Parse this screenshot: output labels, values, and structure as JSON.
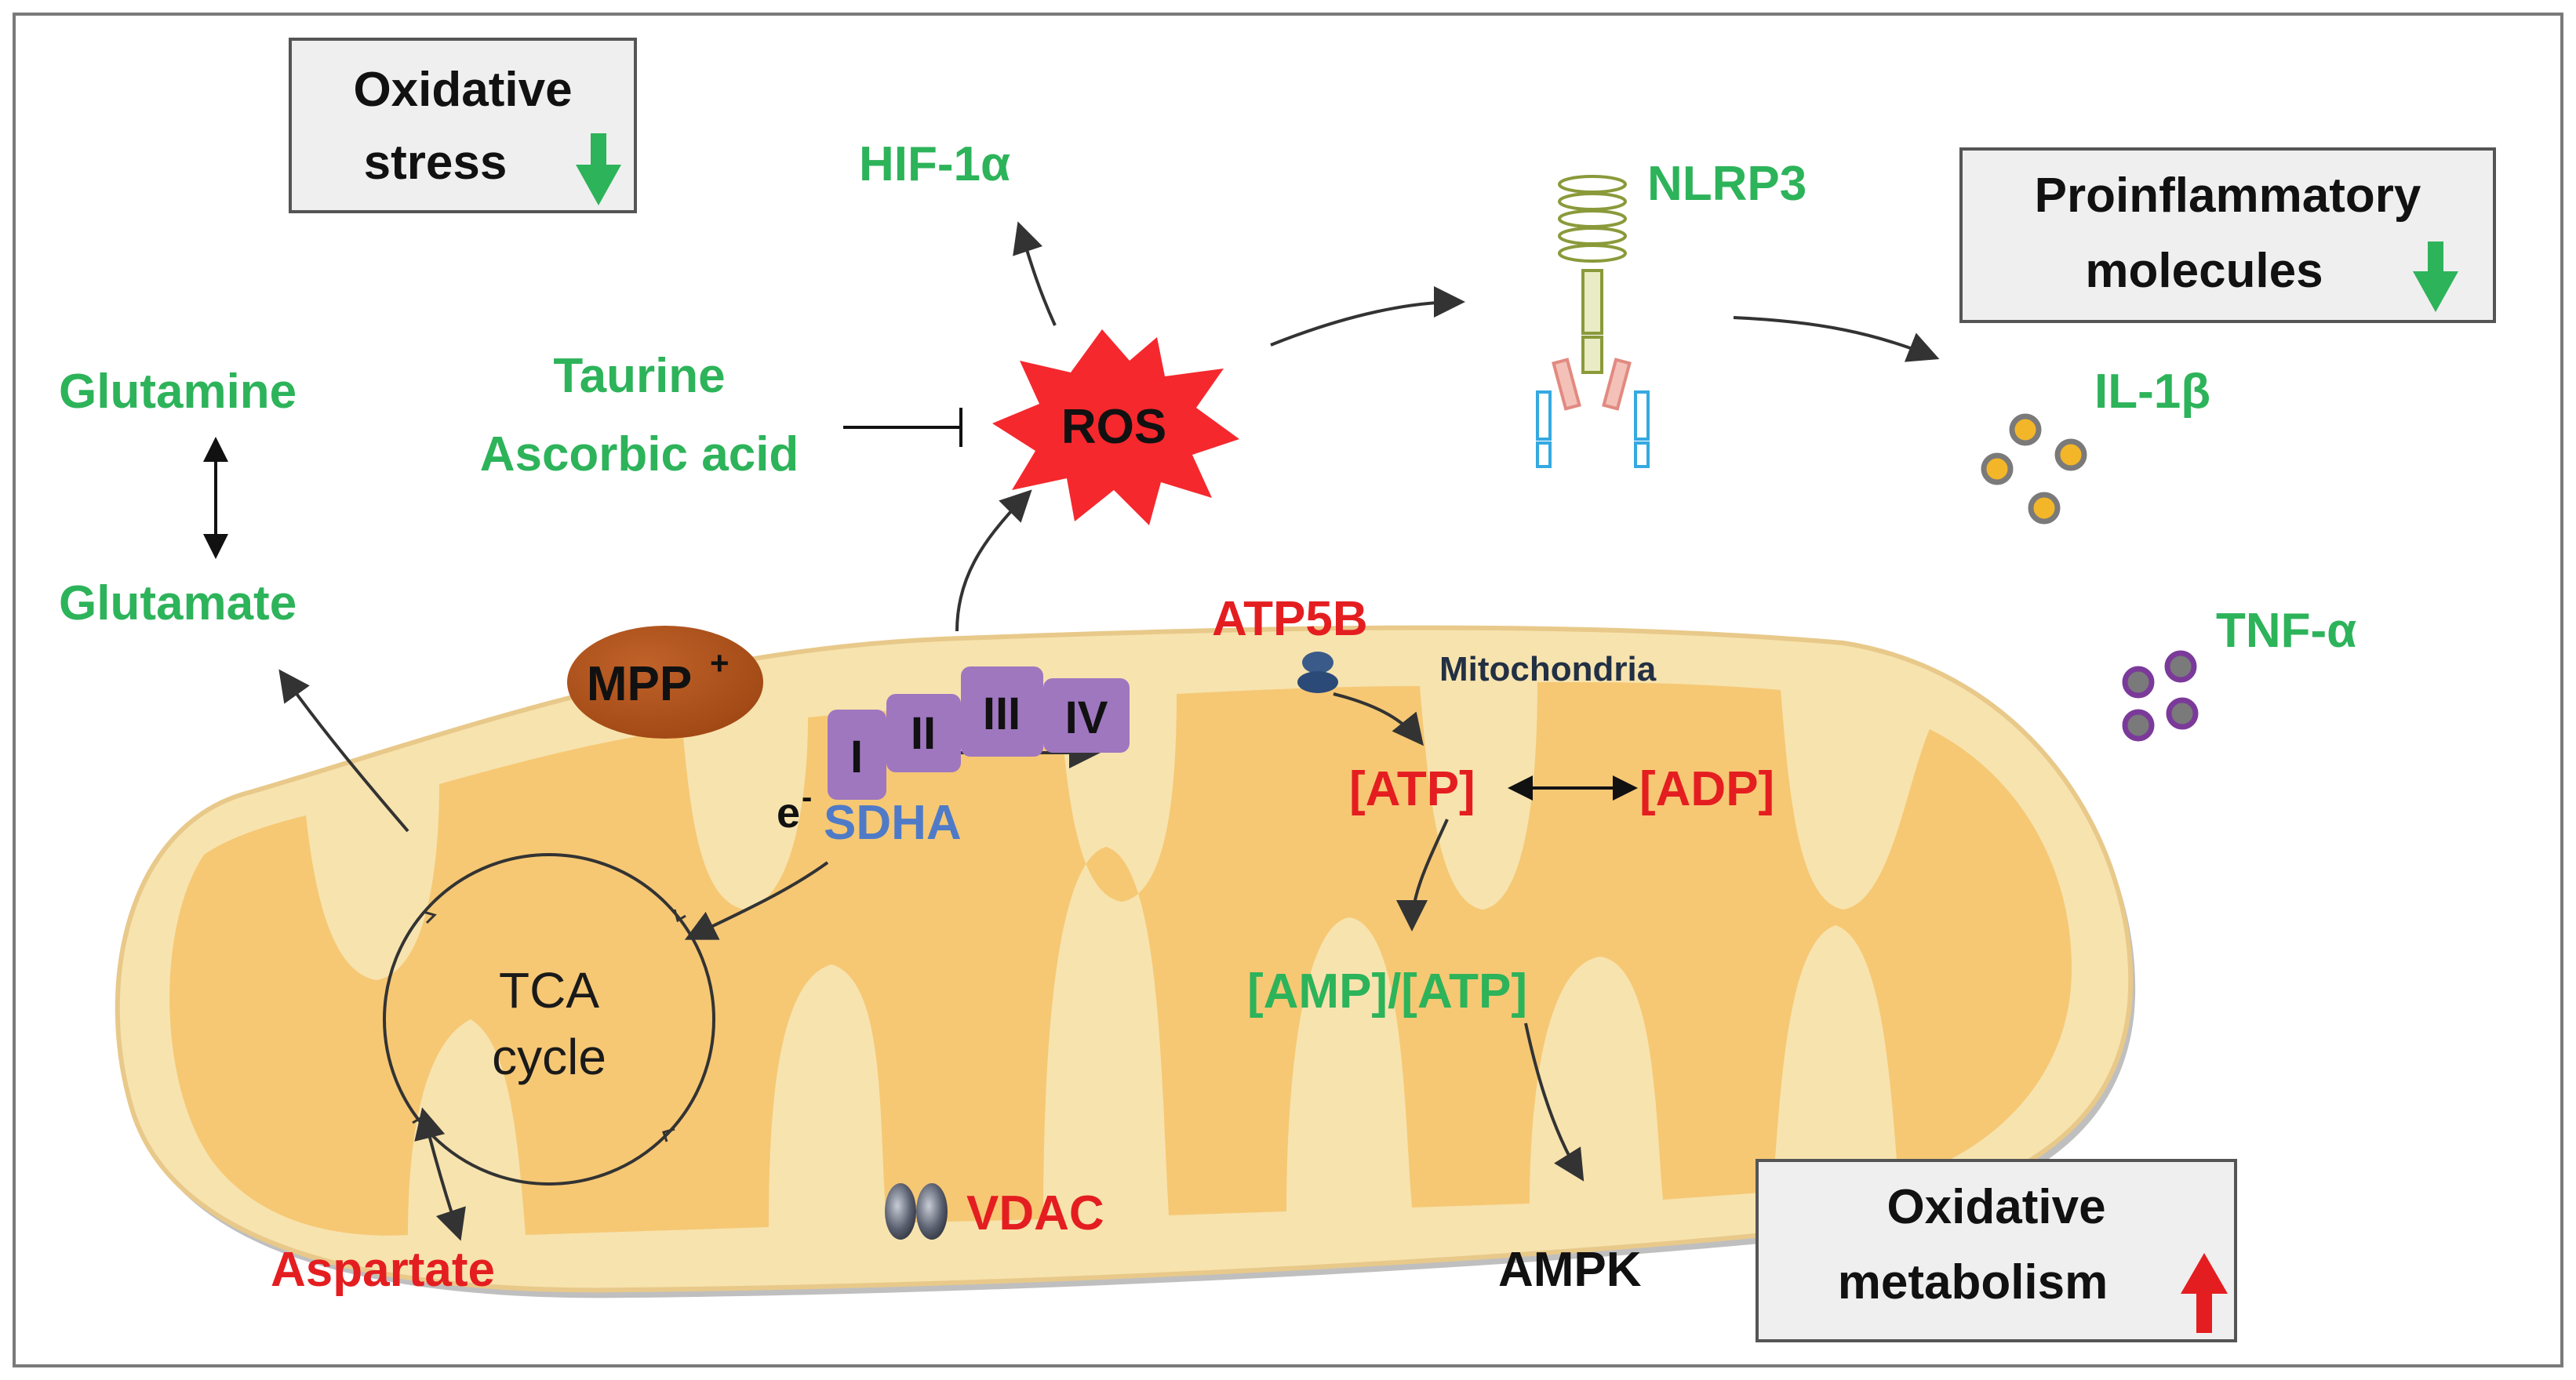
{
  "colors": {
    "green": "#2db35a",
    "red": "#e41e20",
    "blue": "#4f7ac7",
    "dark": "#1a1a1a",
    "navy": "#223044",
    "membrane_outer": "#f1c77a",
    "matrix": "#f7e1a6",
    "cristae": "#f3c06f",
    "complex": "#9f77bf",
    "mpp": "#a8501a",
    "ros": "#f5282d",
    "box_bg": "#efefef",
    "il1b": "#f3b628",
    "tnf": "#7a7a7a"
  },
  "labels": {
    "oxidative_stress_l1": "Oxidative",
    "oxidative_stress_l2": "stress",
    "hif1a": "HIF-1α",
    "nlrp3": "NLRP3",
    "proinflammatory_l1": "Proinflammatory",
    "proinflammatory_l2": "molecules",
    "glutamine": "Glutamine",
    "glutamate": "Glutamate",
    "taurine": "Taurine",
    "ascorbic_acid": "Ascorbic acid",
    "ros": "ROS",
    "il1b": "IL-1β",
    "tnfa": "TNF-α",
    "atp5b": "ATP5B",
    "mitochondria": "Mitochondria",
    "mpp": "MPP",
    "mpp_sup": "+",
    "complex_i": "I",
    "complex_ii": "II",
    "complex_iii": "III",
    "complex_iv": "IV",
    "electron": "e",
    "electron_sup": "-",
    "sdha": "SDHA",
    "atp": "[ATP]",
    "adp": "[ADP]",
    "amp_atp": "[AMP]/[ATP]",
    "tca_l1": "TCA",
    "tca_l2": "cycle",
    "vdac": "VDAC",
    "aspartate": "Aspartate",
    "ampk": "AMPK",
    "oxidative_metabolism_l1": "Oxidative",
    "oxidative_metabolism_l2": "metabolism"
  }
}
